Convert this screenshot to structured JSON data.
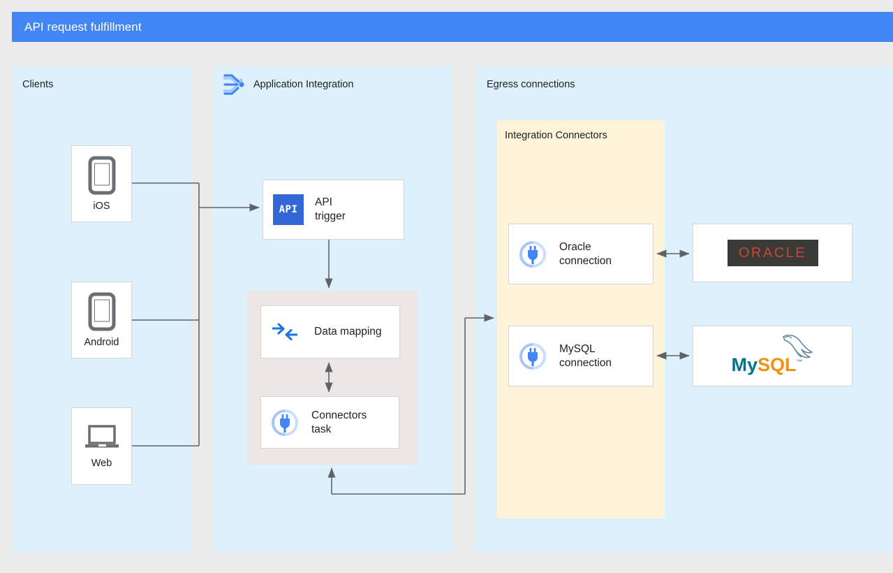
{
  "title_bar": {
    "title": "API request fulfillment",
    "background": "#4285f4",
    "text_color": "#ffffff"
  },
  "panels": {
    "clients": {
      "label": "Clients",
      "background": "#ddf1fc"
    },
    "application_integration": {
      "label": "Application Integration",
      "icon": "application-integration-icon",
      "background": "#ddf1fc"
    },
    "egress": {
      "label": "Egress connections",
      "background": "#ddf1fc"
    },
    "integration_connectors": {
      "label": "Integration Connectors",
      "background": "#fdf3d8"
    }
  },
  "clients": [
    {
      "label": "iOS",
      "icon": "phone-icon"
    },
    {
      "label": "Android",
      "icon": "phone-icon"
    },
    {
      "label": "Web",
      "icon": "laptop-icon"
    }
  ],
  "integration_nodes": [
    {
      "label": "API\ntrigger",
      "icon": "api-badge-icon",
      "badge_text": "API",
      "badge_color": "#3367d6"
    },
    {
      "label": "Data mapping",
      "icon": "data-mapping-icon"
    },
    {
      "label": "Connectors\ntask",
      "icon": "connectors-plug-icon"
    }
  ],
  "connections": [
    {
      "label": "Oracle\nconnection",
      "icon": "connectors-plug-icon"
    },
    {
      "label": "MySQL\nconnection",
      "icon": "connectors-plug-icon"
    }
  ],
  "backends": [
    {
      "name": "ORACLE",
      "logo": "oracle-logo",
      "text_color": "#c74634",
      "background": "#3a3a36"
    },
    {
      "name_part1": "My",
      "name_part2": "SQL",
      "trademark": "™",
      "logo": "mysql-logo",
      "color_part1": "#00758f",
      "color_part2": "#f29111"
    }
  ],
  "colors": {
    "accent_blue": "#4285f4",
    "panel_blue": "#ddf1fc",
    "connectors_cream": "#fdf3d8",
    "task_group_grey": "#ece7e4",
    "canvas_grey": "#ebebeb",
    "wire_grey": "#5f6368"
  }
}
